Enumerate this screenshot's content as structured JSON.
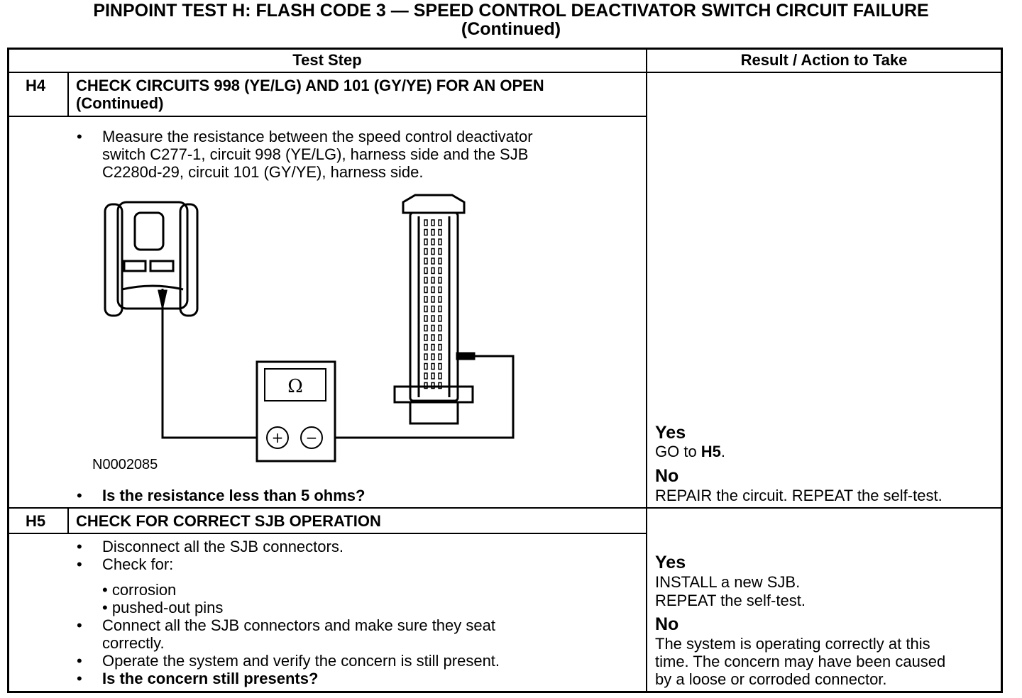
{
  "title": {
    "line1": "PINPOINT TEST  H: FLASH CODE 3 — SPEED CONTROL DEACTIVATOR SWITCH CIRCUIT FAILURE",
    "line2": "(Continued)"
  },
  "table": {
    "col_test_step": "Test Step",
    "col_result": "Result / Action to Take"
  },
  "h4": {
    "id": "H4",
    "heading_line1": "CHECK CIRCUITS 998 (YE/LG) AND 101 (GY/YE) FOR AN OPEN",
    "heading_line2": "(Continued)",
    "step_line1": "Measure the resistance between the speed control deactivator",
    "step_line2": "switch C277-1, circuit 998 (YE/LG), harness side and the SJB",
    "step_line3": "C2280d-29, circuit 101 (GY/YE), harness side.",
    "figure_id": "N0002085",
    "meter_symbol": "Ω",
    "meter_plus": "+",
    "meter_minus": "−",
    "question": "Is the resistance less than 5 ohms?",
    "yes_label": "Yes",
    "yes_action_prefix": "GO to ",
    "yes_action_target": "H5",
    "yes_action_suffix": ".",
    "no_label": "No",
    "no_action": "REPAIR the circuit. REPEAT the self-test."
  },
  "h5": {
    "id": "H5",
    "heading": "CHECK FOR CORRECT SJB OPERATION",
    "step1": "Disconnect all the SJB connectors.",
    "step2": "Check for:",
    "sub1": "• corrosion",
    "sub2": "• pushed-out pins",
    "step3_line1": "Connect all the SJB connectors and make sure they seat",
    "step3_line2": "correctly.",
    "step4": "Operate the system and verify the concern is still present.",
    "question": "Is the concern still presents?",
    "yes_label": "Yes",
    "yes_action_line1": "INSTALL a new SJB.",
    "yes_action_line2": "REPEAT the self-test.",
    "no_label": "No",
    "no_action_line1": "The system is operating correctly at this",
    "no_action_line2": "time. The concern may have been caused",
    "no_action_line3": "by a loose or corroded connector."
  }
}
